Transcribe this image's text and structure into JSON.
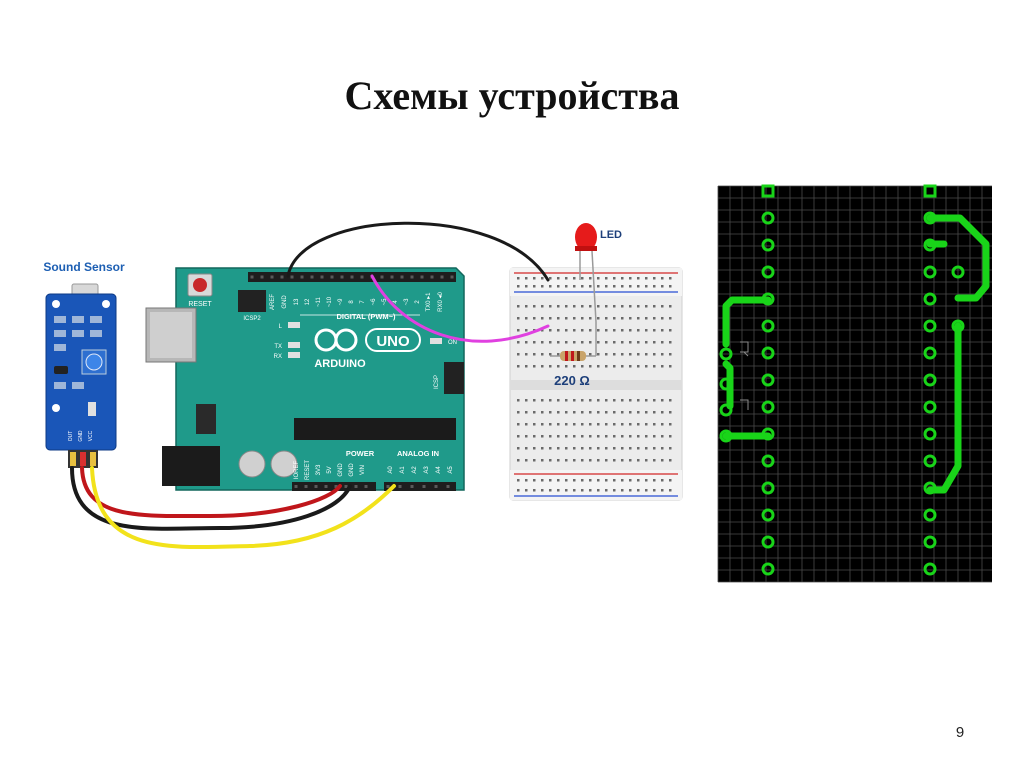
{
  "slide": {
    "title": "Схемы устройства",
    "page_number": "9"
  },
  "circuit": {
    "sensor_label": "Sound Sensor",
    "sensor_pins": [
      "OUT",
      "GND",
      "VCC"
    ],
    "board_brand": "ARDUINO",
    "board_model": "UNO",
    "digital_header": "DIGITAL (PWM~)",
    "power_header": "POWER",
    "analog_header": "ANALOG IN",
    "reset_label": "RESET",
    "icsp_label": "ICSP",
    "icsp2_label": "ICSP2",
    "aref_label": "AREF",
    "gnd_label": "GND",
    "tx_label": "TX",
    "rx_label": "RX",
    "l_label": "L",
    "on_label": "ON",
    "tx_pin_label": "TX0 ▸1",
    "rx_pin_label": "RX0 ◂0",
    "digital_pins": [
      "13",
      "12",
      "~11",
      "~10",
      "~9",
      "8",
      "7",
      "~6",
      "~5",
      "4",
      "~3",
      "2"
    ],
    "power_pins": [
      "IOREF",
      "RESET",
      "3V3",
      "5V",
      "GND",
      "GND",
      "VIN"
    ],
    "analog_pins": [
      "A0",
      "A1",
      "A2",
      "A3",
      "A4",
      "A5"
    ],
    "led_label": "LED",
    "resistor_label": "220 Ω"
  },
  "colors": {
    "board": "#1f9a8a",
    "sensor_board": "#1a56b8",
    "pcb_background": "#000000",
    "pcb_trace": "#19d419",
    "wire_red": "#c0161b",
    "wire_yellow": "#f2e21b",
    "wire_black": "#1a1a1a",
    "wire_magenta": "#e040e0",
    "led": "#e61b1b"
  }
}
